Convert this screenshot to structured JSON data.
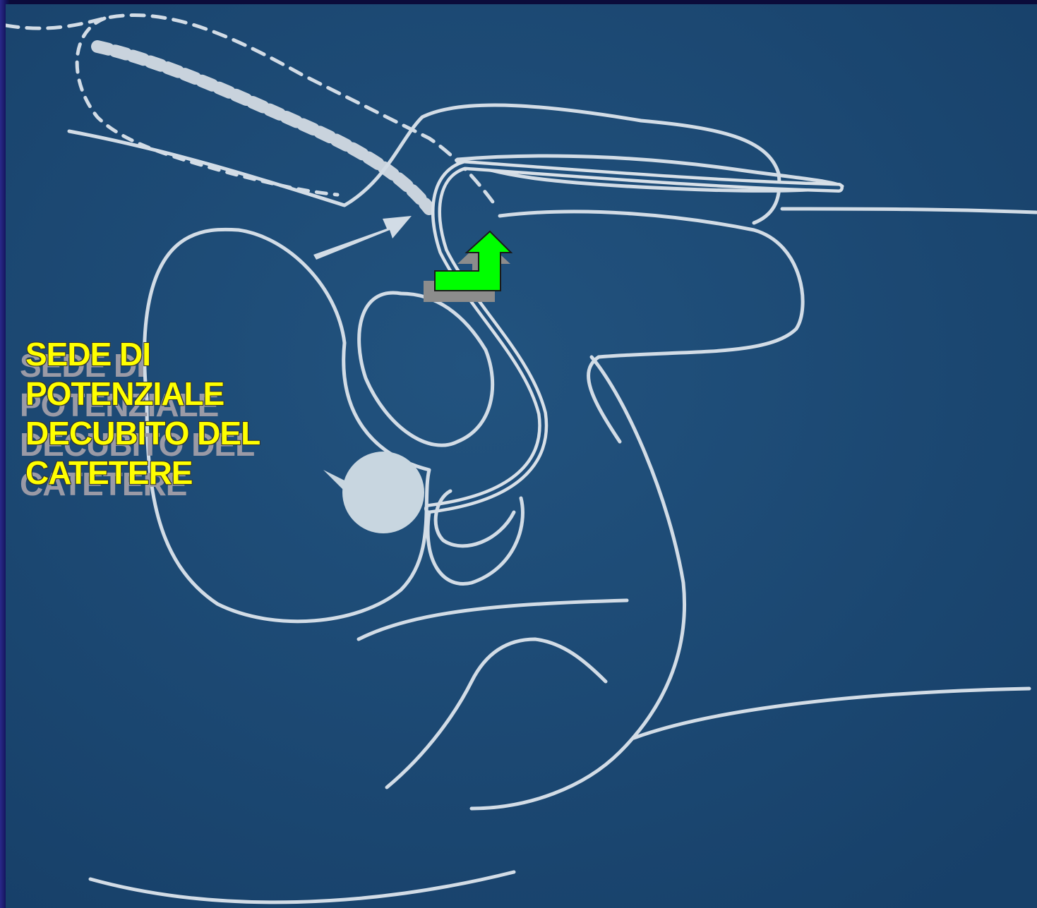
{
  "annotation": {
    "label_lines": [
      "SEDE DI",
      "POTENZIALE",
      "DECUBITO DEL",
      "CATETERE"
    ],
    "text_color": "#ffff00",
    "shadow_color": "#9a9aa6"
  },
  "colors": {
    "slide_background": "#0b0b3a",
    "figure_background": "#1c4a78",
    "line_color": "#d2dce6",
    "arrow_fill": "#00ff00",
    "arrow_shadow": "#8c8c8c"
  },
  "icons": {
    "pointer_arrow": "arrow-up-right-icon",
    "step_arrow": "arrow-turn-up-icon"
  }
}
